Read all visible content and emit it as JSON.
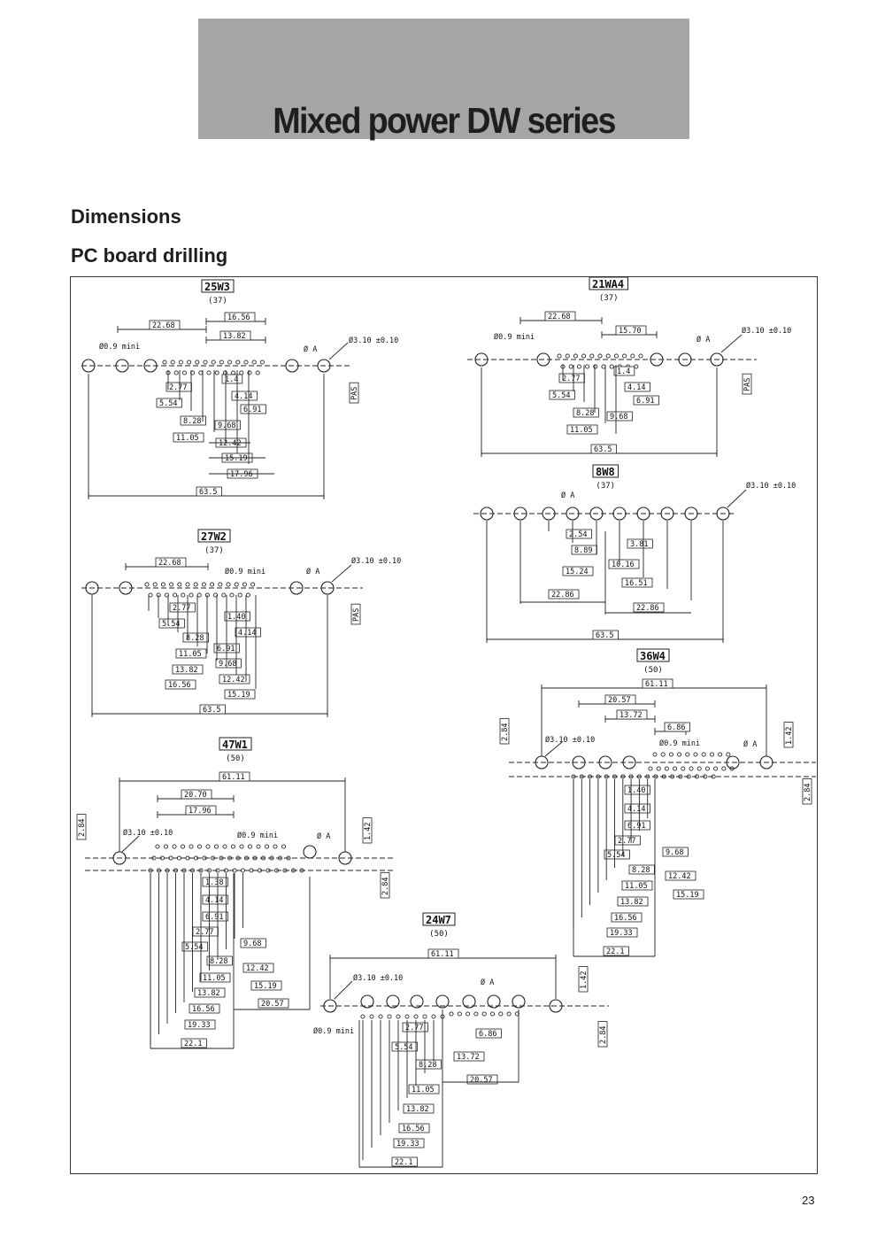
{
  "page": {
    "title": "Mixed power DW series",
    "section": "Dimensions",
    "subsection": "PC board drilling",
    "page_number": "23"
  },
  "drawings": [
    {
      "key": "25W3",
      "name": "25W3",
      "sub": "(37)",
      "dims_h": [
        "22.68",
        "16.56",
        "13.82",
        "63.5"
      ],
      "dims_v": [
        "2.77",
        "5.54",
        "8.28",
        "11.05",
        "1.4",
        "4.14",
        "6.91",
        "9.68",
        "12.42",
        "15.19",
        "17.96"
      ],
      "notes": [
        "Ø0.9 mini",
        "Ø A",
        "Ø3.10 ±0.10",
        "PAS"
      ]
    },
    {
      "key": "21WA4",
      "name": "21WA4",
      "sub": "(37)",
      "dims_h": [
        "22.68",
        "15.70",
        "63.5"
      ],
      "dims_v": [
        "2.77",
        "5.54",
        "8.28",
        "11.05",
        "1.4",
        "4.14",
        "6.91",
        "9.68"
      ],
      "notes": [
        "Ø0.9 mini",
        "Ø A",
        "Ø3.10 ±0.10",
        "PAS"
      ]
    },
    {
      "key": "8W8",
      "name": "8W8",
      "sub": "(37)",
      "dims_h": [
        "2.54",
        "3.81",
        "8.89",
        "10.16",
        "15.24",
        "16.51",
        "22.86",
        "22.86",
        "63.5"
      ],
      "notes": [
        "Ø A",
        "Ø3.10 ±0.10"
      ]
    },
    {
      "key": "27W2",
      "name": "27W2",
      "sub": "(37)",
      "dims_h": [
        "22.68",
        "63.5"
      ],
      "dims_v": [
        "2.77",
        "5.54",
        "8.28",
        "11.05",
        "13.82",
        "16.56",
        "1.40",
        "4.14",
        "6.91",
        "9.68",
        "12.42",
        "15.19"
      ],
      "notes": [
        "Ø0.9 mini",
        "Ø A",
        "Ø3.10 ±0.10",
        "PAS"
      ]
    },
    {
      "key": "36W4",
      "name": "36W4",
      "sub": "(50)",
      "dims_h": [
        "61.11",
        "20.57",
        "13.72",
        "6.86"
      ],
      "dims_v": [
        "1.40",
        "4.14",
        "6.91",
        "2.77",
        "5.54",
        "9.68",
        "8.28",
        "12.42",
        "11.05",
        "15.19",
        "13.82",
        "16.56",
        "19.33",
        "22.1"
      ],
      "notes": [
        "2.84",
        "1.42",
        "2.84",
        "Ø3.10 ±0.10",
        "Ø0.9 mini",
        "Ø A"
      ]
    },
    {
      "key": "47W1",
      "name": "47W1",
      "sub": "(50)",
      "dims_h": [
        "61.11",
        "20.70",
        "17.96"
      ],
      "dims_v": [
        "1.38",
        "4.14",
        "6.91",
        "2.77",
        "5.54",
        "9.68",
        "8.28",
        "12.42",
        "11.05",
        "15.19",
        "13.82",
        "20.57",
        "16.56",
        "19.33",
        "22.1"
      ],
      "notes": [
        "2.84",
        "1.42",
        "2.84",
        "Ø3.10 ±0.10",
        "Ø0.9 mini",
        "Ø A"
      ]
    },
    {
      "key": "24W7",
      "name": "24W7",
      "sub": "(50)",
      "dims_h": [
        "61.11"
      ],
      "dims_v": [
        "2.77",
        "6.86",
        "5.54",
        "13.72",
        "8.28",
        "20.57",
        "11.05",
        "13.82",
        "16.56",
        "19.33",
        "22.1"
      ],
      "notes": [
        "Ø3.10 ±0.10",
        "Ø A",
        "Ø0.9 mini",
        "1.42",
        "2.84"
      ]
    }
  ]
}
